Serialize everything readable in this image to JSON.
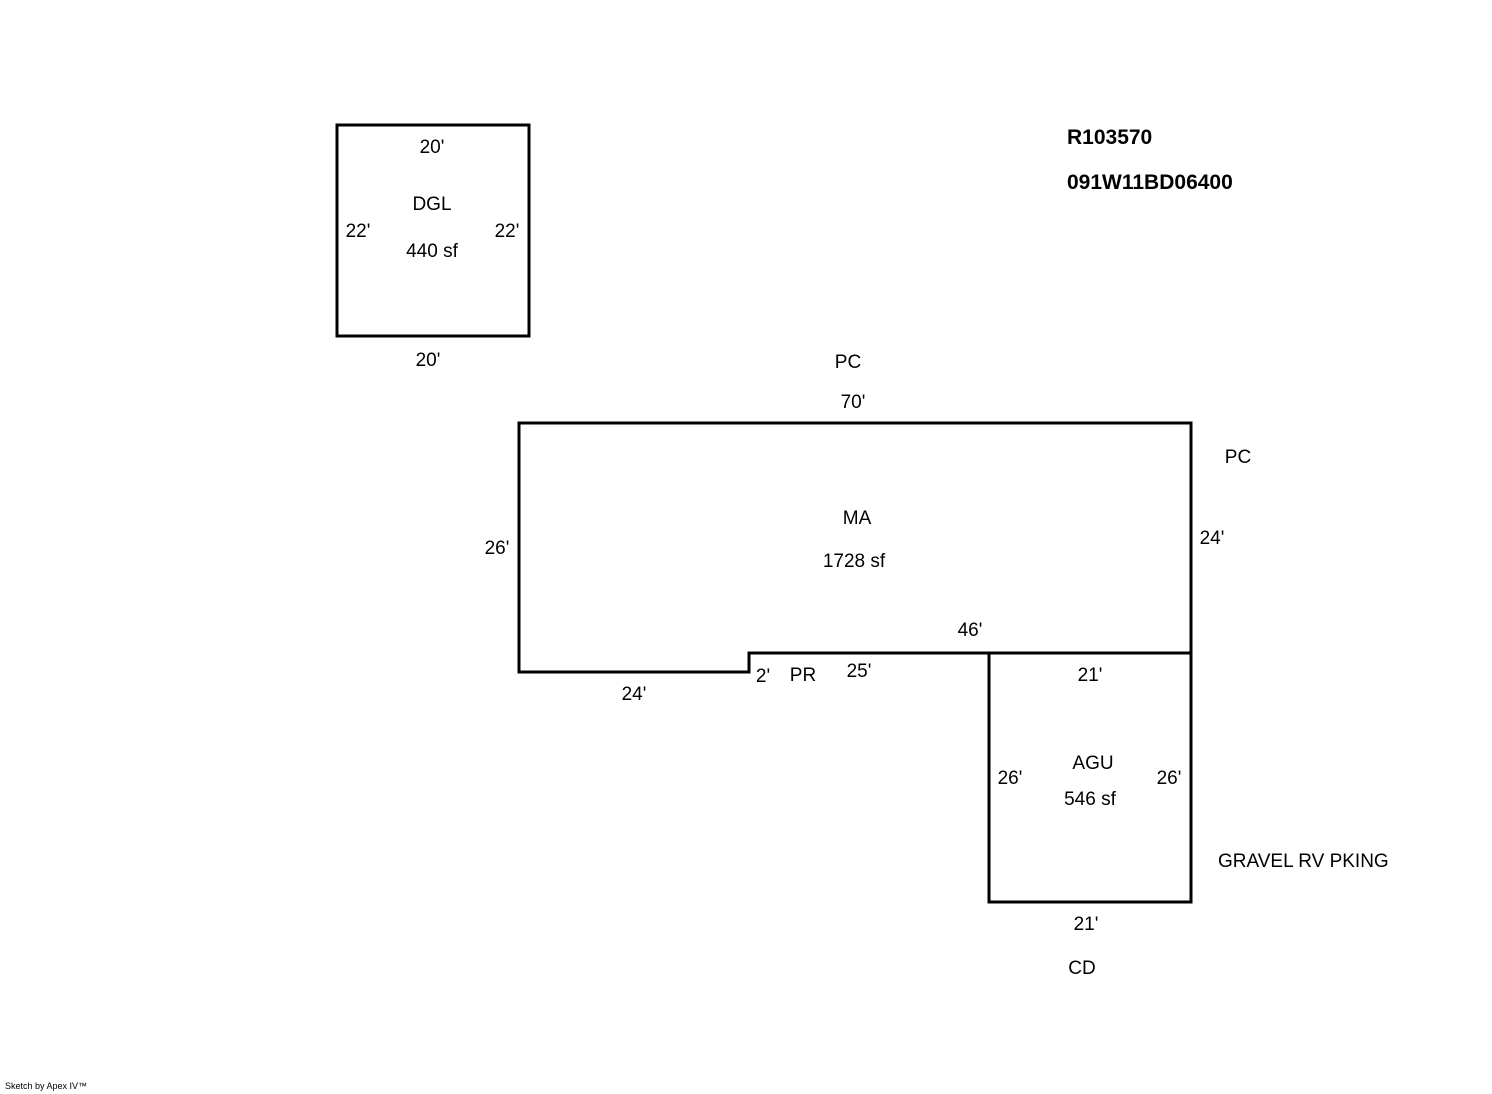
{
  "header": {
    "account_number": "R103570",
    "map_tax_lot": "091W11BD06400"
  },
  "detached_garage": {
    "code": "DGL",
    "area": "440 sf",
    "top_dim": "20'",
    "bottom_dim": "20'",
    "left_dim": "22'",
    "right_dim": "22'"
  },
  "main_area": {
    "code": "MA",
    "area": "1728 sf",
    "top_label": "PC",
    "top_dim": "70'",
    "right_label": "PC",
    "right_dim": "24'",
    "left_dim": "26'",
    "bottom_left_dim": "24'",
    "step_dim": "2'",
    "porch_label": "PR",
    "porch_dim": "25'",
    "inner_dim": "46'"
  },
  "attached_garage": {
    "code": "AGU",
    "area": "546 sf",
    "top_dim": "21'",
    "bottom_dim": "21'",
    "left_dim": "26'",
    "right_dim": "26'",
    "bottom_label": "CD"
  },
  "notes": {
    "gravel": "GRAVEL RV PKING"
  },
  "footer": {
    "credit": "Sketch by Apex IV™"
  },
  "colors": {
    "line": "#000000",
    "background": "#ffffff"
  }
}
